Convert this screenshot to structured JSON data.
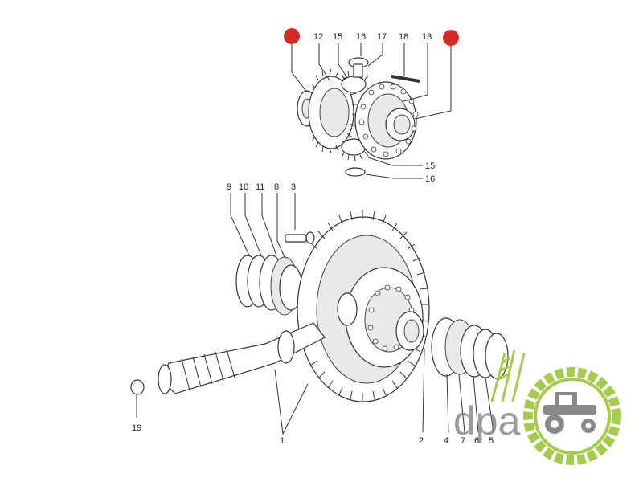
{
  "callouts": {
    "top": [
      "12",
      "15",
      "16",
      "17",
      "18",
      "13"
    ],
    "top_lower_15": "15",
    "top_lower_16": "16",
    "main_top": [
      "9",
      "10",
      "11",
      "8",
      "3"
    ],
    "left_19": "19",
    "bottom_1": "1",
    "bottom_2": "2",
    "bottom_right": [
      "4",
      "7",
      "6",
      "5"
    ]
  },
  "logo": {
    "text": "dpa",
    "colors": {
      "text": "#7d7d7d",
      "ring": "#9cc63b",
      "wheat": "#9cc63b"
    }
  },
  "markers": {
    "color": "#d42a2a",
    "count": 2
  }
}
